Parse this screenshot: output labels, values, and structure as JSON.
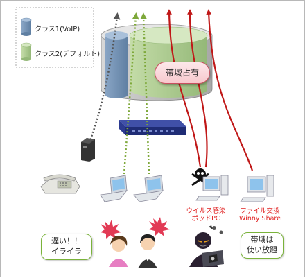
{
  "legend": {
    "class1": "クラス1(VoIP)",
    "class2": "クラス2(デフォルト)"
  },
  "bandwidth_label": "帯域占有",
  "virus_pc_label": [
    "ウイルス感染",
    "ボッドPC"
  ],
  "fileshare_label": [
    "ファイル交換",
    "Winny Share"
  ],
  "frustrated_bubble": [
    "遅い！！",
    "イライラ"
  ],
  "unlimited_bubble": [
    "帯域は",
    "使い放題"
  ],
  "colors": {
    "class1": "#6f8fb0",
    "class2": "#a9c78a",
    "voip_path": "#555555",
    "default_path": "#7ea83a",
    "hog_path": "#c01818",
    "router": "#2b3a8a"
  }
}
